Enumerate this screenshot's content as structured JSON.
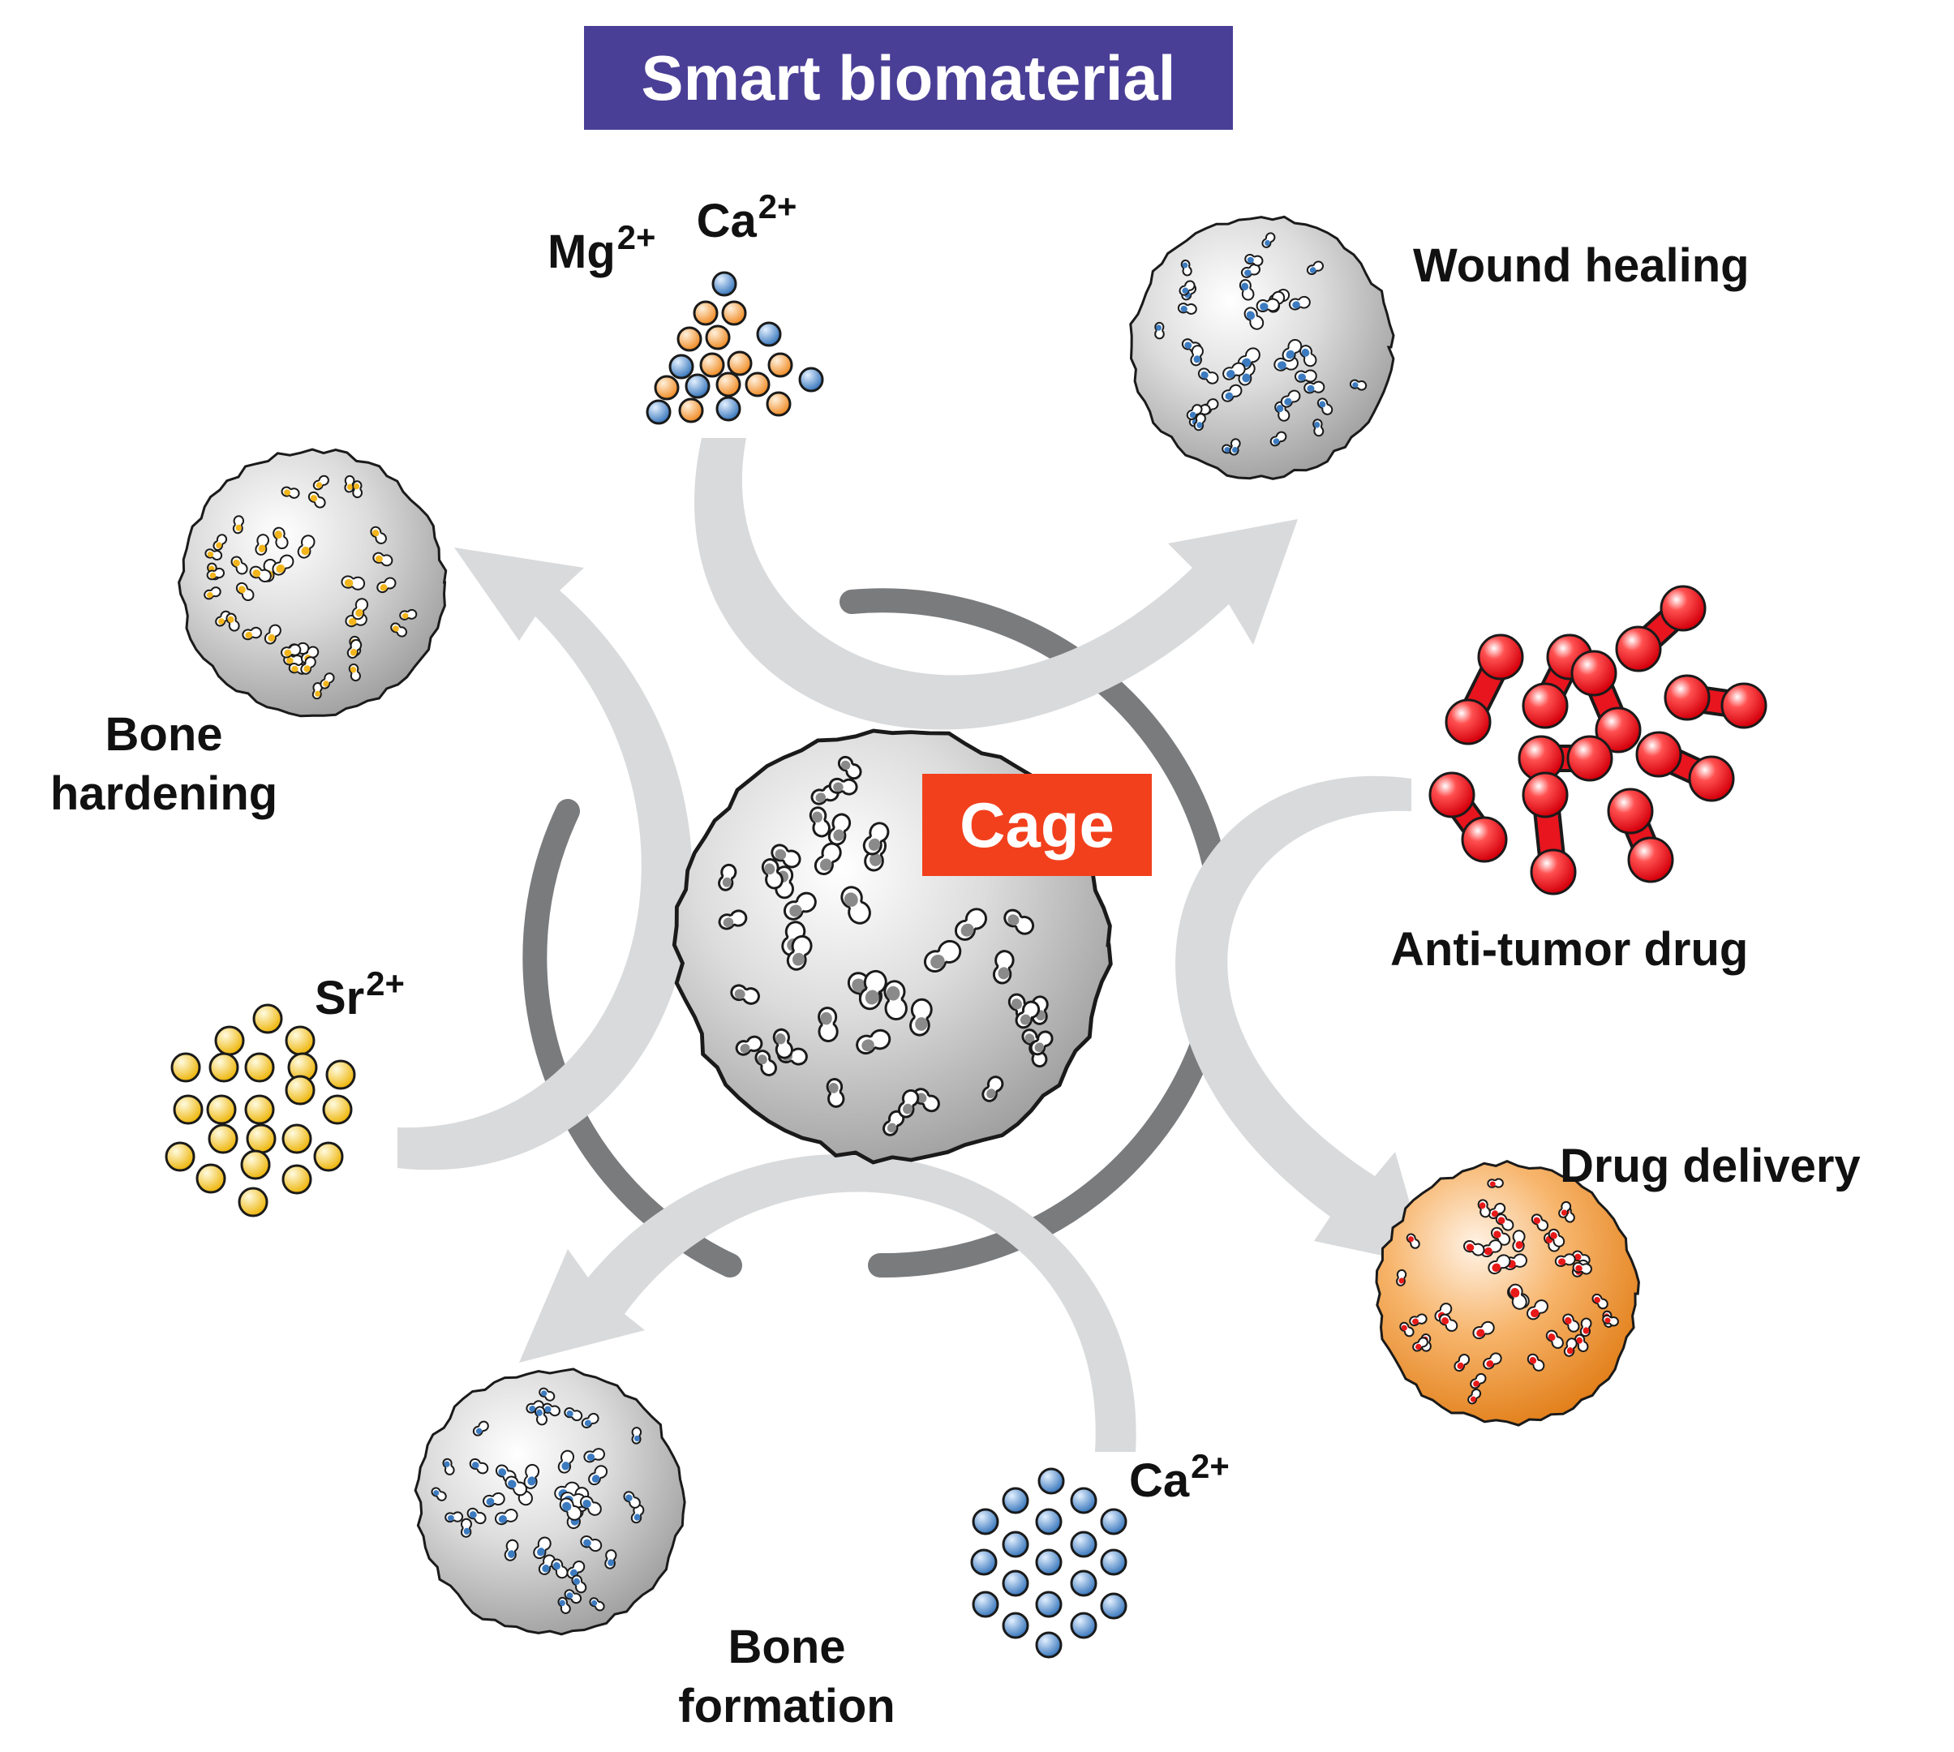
{
  "title": {
    "text": "Smart biomaterial",
    "bg": "#4a3f96",
    "color": "#ffffff"
  },
  "center": {
    "label": "Cage",
    "bg": "#f2401d",
    "color": "#ffffff"
  },
  "colors": {
    "arrow": "#d9dadb",
    "ring": "#7a7b7d",
    "sphere_gray": "#9a9a9a",
    "sphere_orange": "#f39a3c",
    "ion_orange": "#f39a3c",
    "ion_blue": "#3f7fc0",
    "ion_yellow": "#f2c21c",
    "drug_red": "#e8141e",
    "pore_yellow": "#f2b51c",
    "pore_blue": "#3d7bc0",
    "pore_red": "#e81919"
  },
  "ions": {
    "mg_ca": {
      "symbol1": "Mg",
      "charge1": "2+",
      "symbol2": "Ca",
      "charge2": "2+"
    },
    "sr": {
      "symbol": "Sr",
      "charge": "2+"
    },
    "ca": {
      "symbol": "Ca",
      "charge": "2+"
    }
  },
  "outcomes": {
    "wound_healing": "Wound healing",
    "bone_hardening_line1": "Bone",
    "bone_hardening_line2": "hardening",
    "anti_tumor_drug": "Anti-tumor drug",
    "drug_delivery": "Drug delivery",
    "bone_formation_line1": "Bone",
    "bone_formation_line2": "formation"
  },
  "icons": [
    "cage-sphere-icon",
    "wound-healing-sphere-icon",
    "bone-hardening-sphere-icon",
    "drug-delivery-sphere-icon",
    "bone-formation-sphere-icon",
    "anti-tumor-drug-molecules-icon",
    "mg-ca-ions-icon",
    "sr-ions-icon",
    "ca-ions-icon"
  ]
}
